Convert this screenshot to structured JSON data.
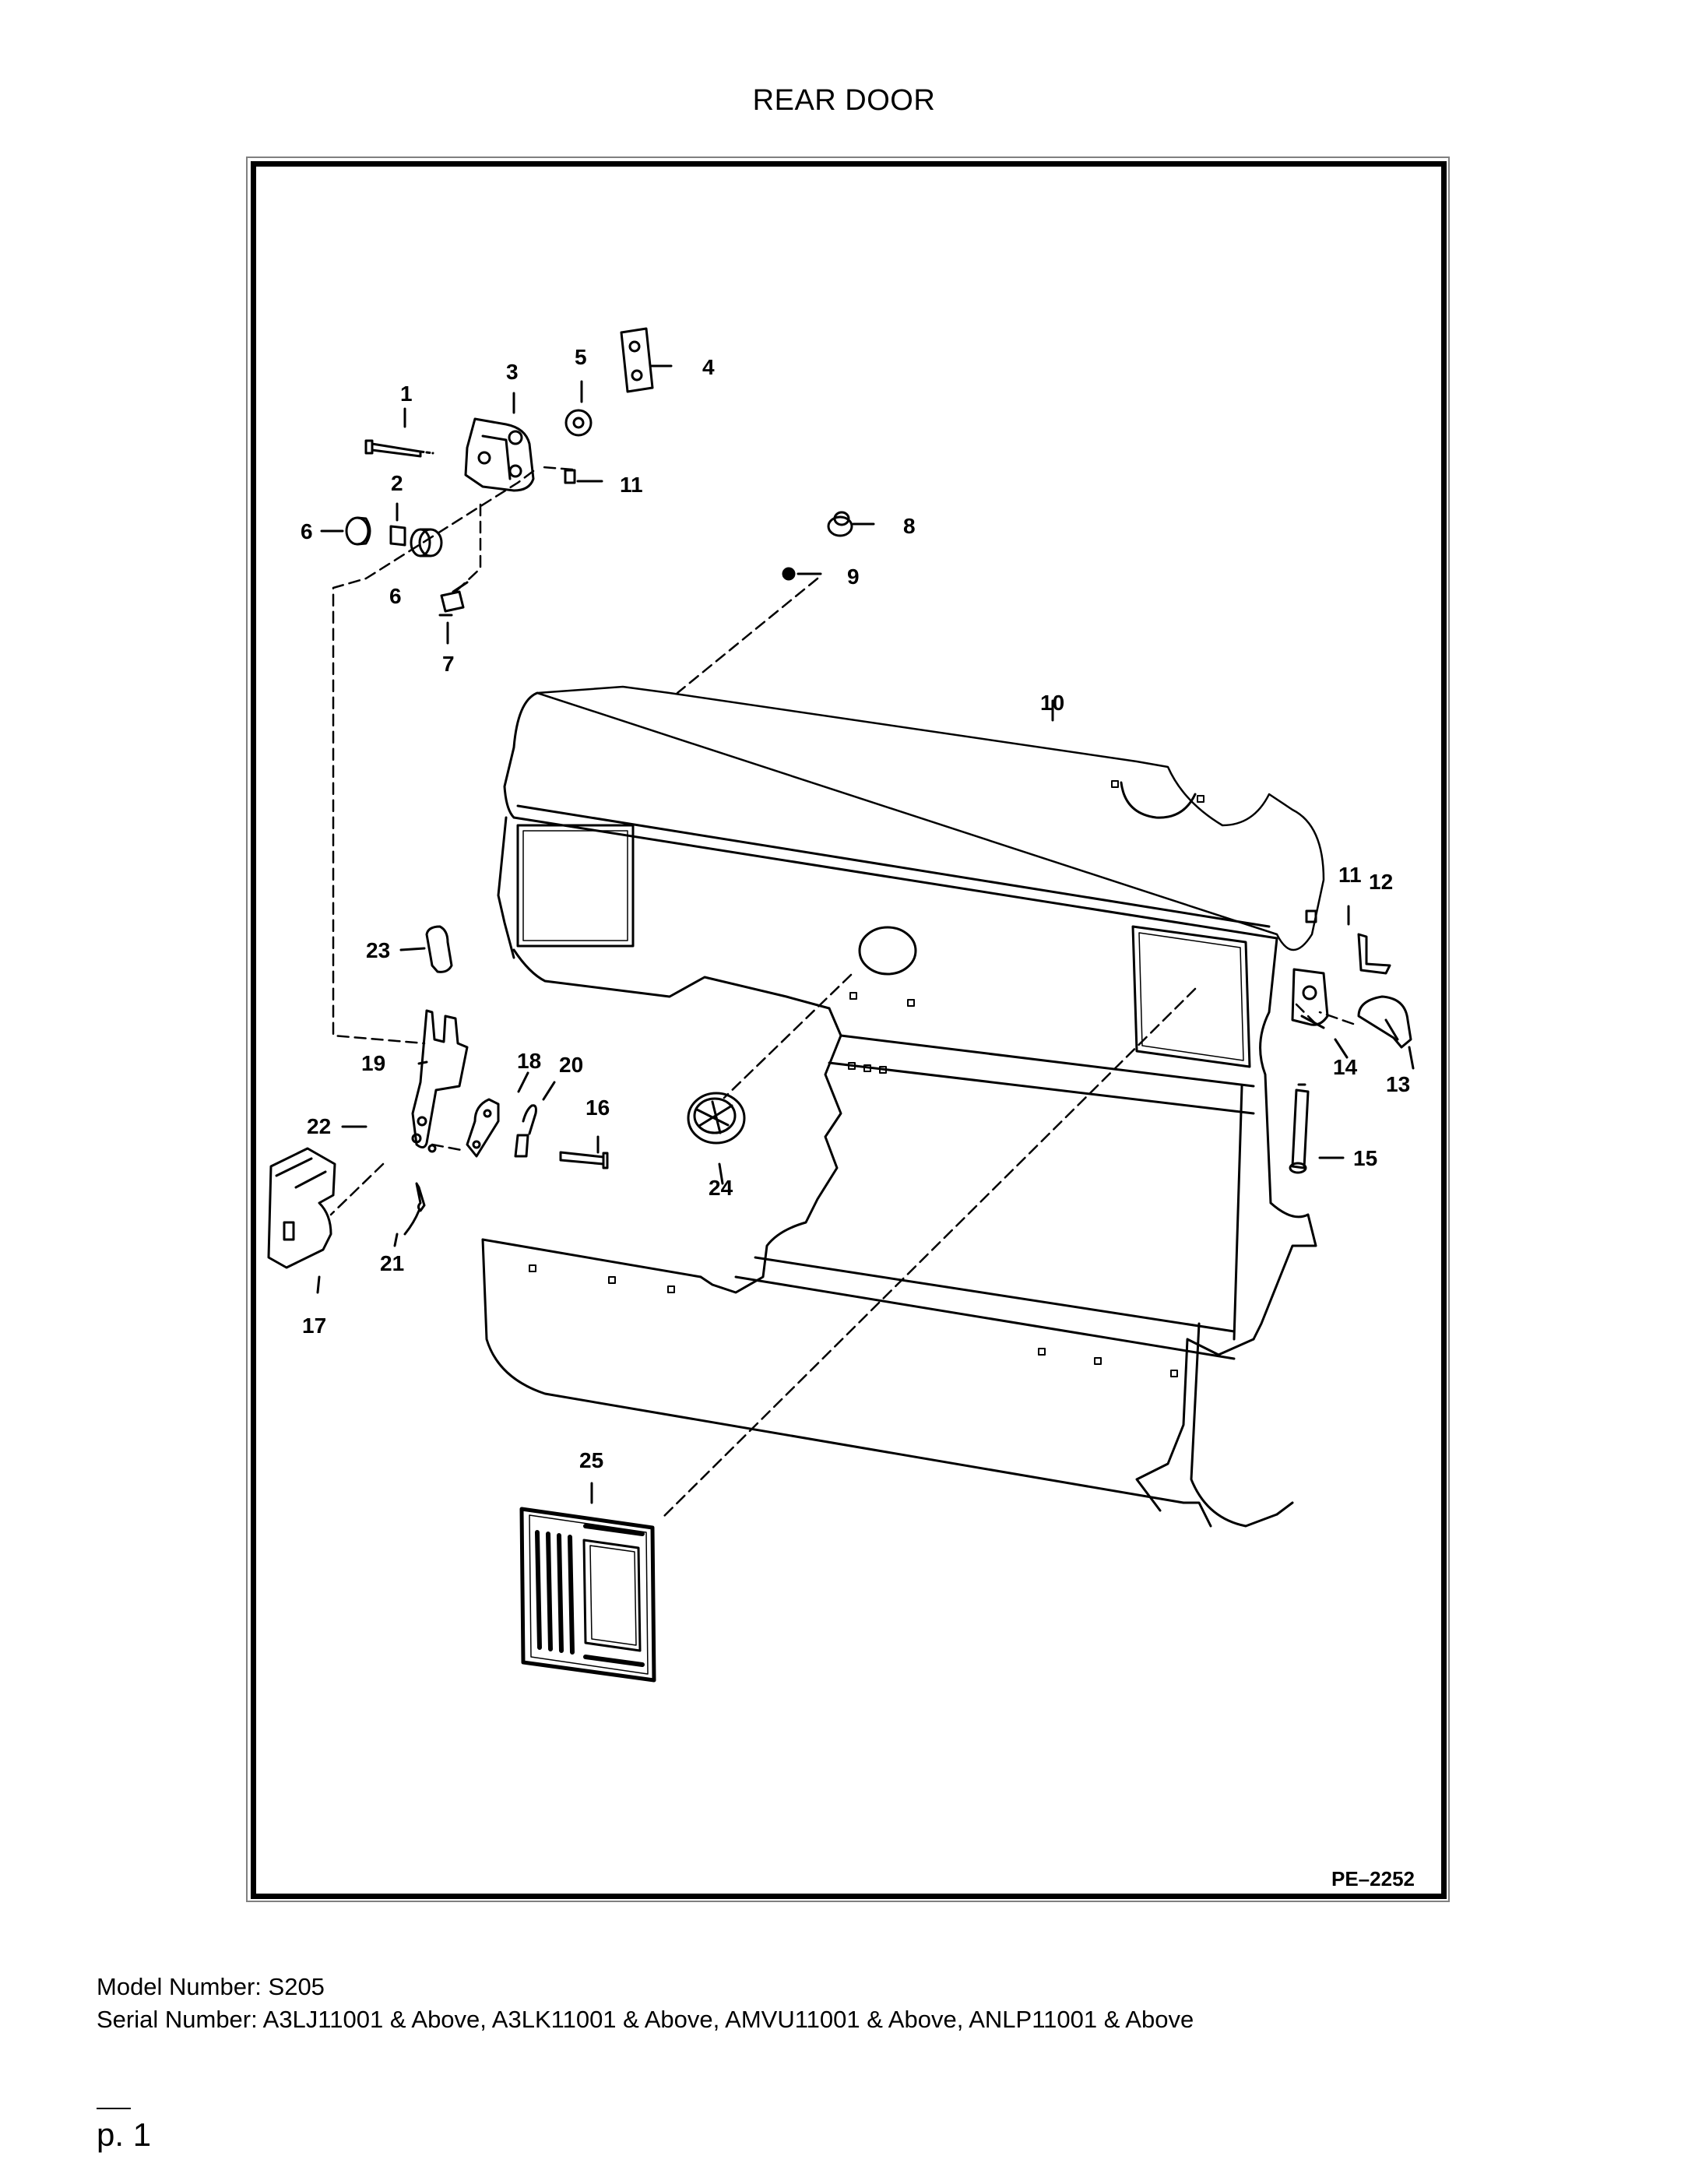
{
  "page": {
    "title": "REAR DOOR",
    "drawing_code": "PE–2252",
    "model_line": "Model Number: S205",
    "serial_line": "Serial Number: A3LJ11001 & Above, A3LK11001 & Above, AMVU11001 & Above, ANLP11001 & Above",
    "page_number": "p. 1"
  },
  "callouts": [
    "1",
    "2",
    "3",
    "4",
    "5",
    "6",
    "6",
    "7",
    "8",
    "9",
    "10",
    "11",
    "11",
    "12",
    "13",
    "14",
    "15",
    "16",
    "17",
    "18",
    "19",
    "20",
    "21",
    "22",
    "23",
    "24",
    "25"
  ]
}
